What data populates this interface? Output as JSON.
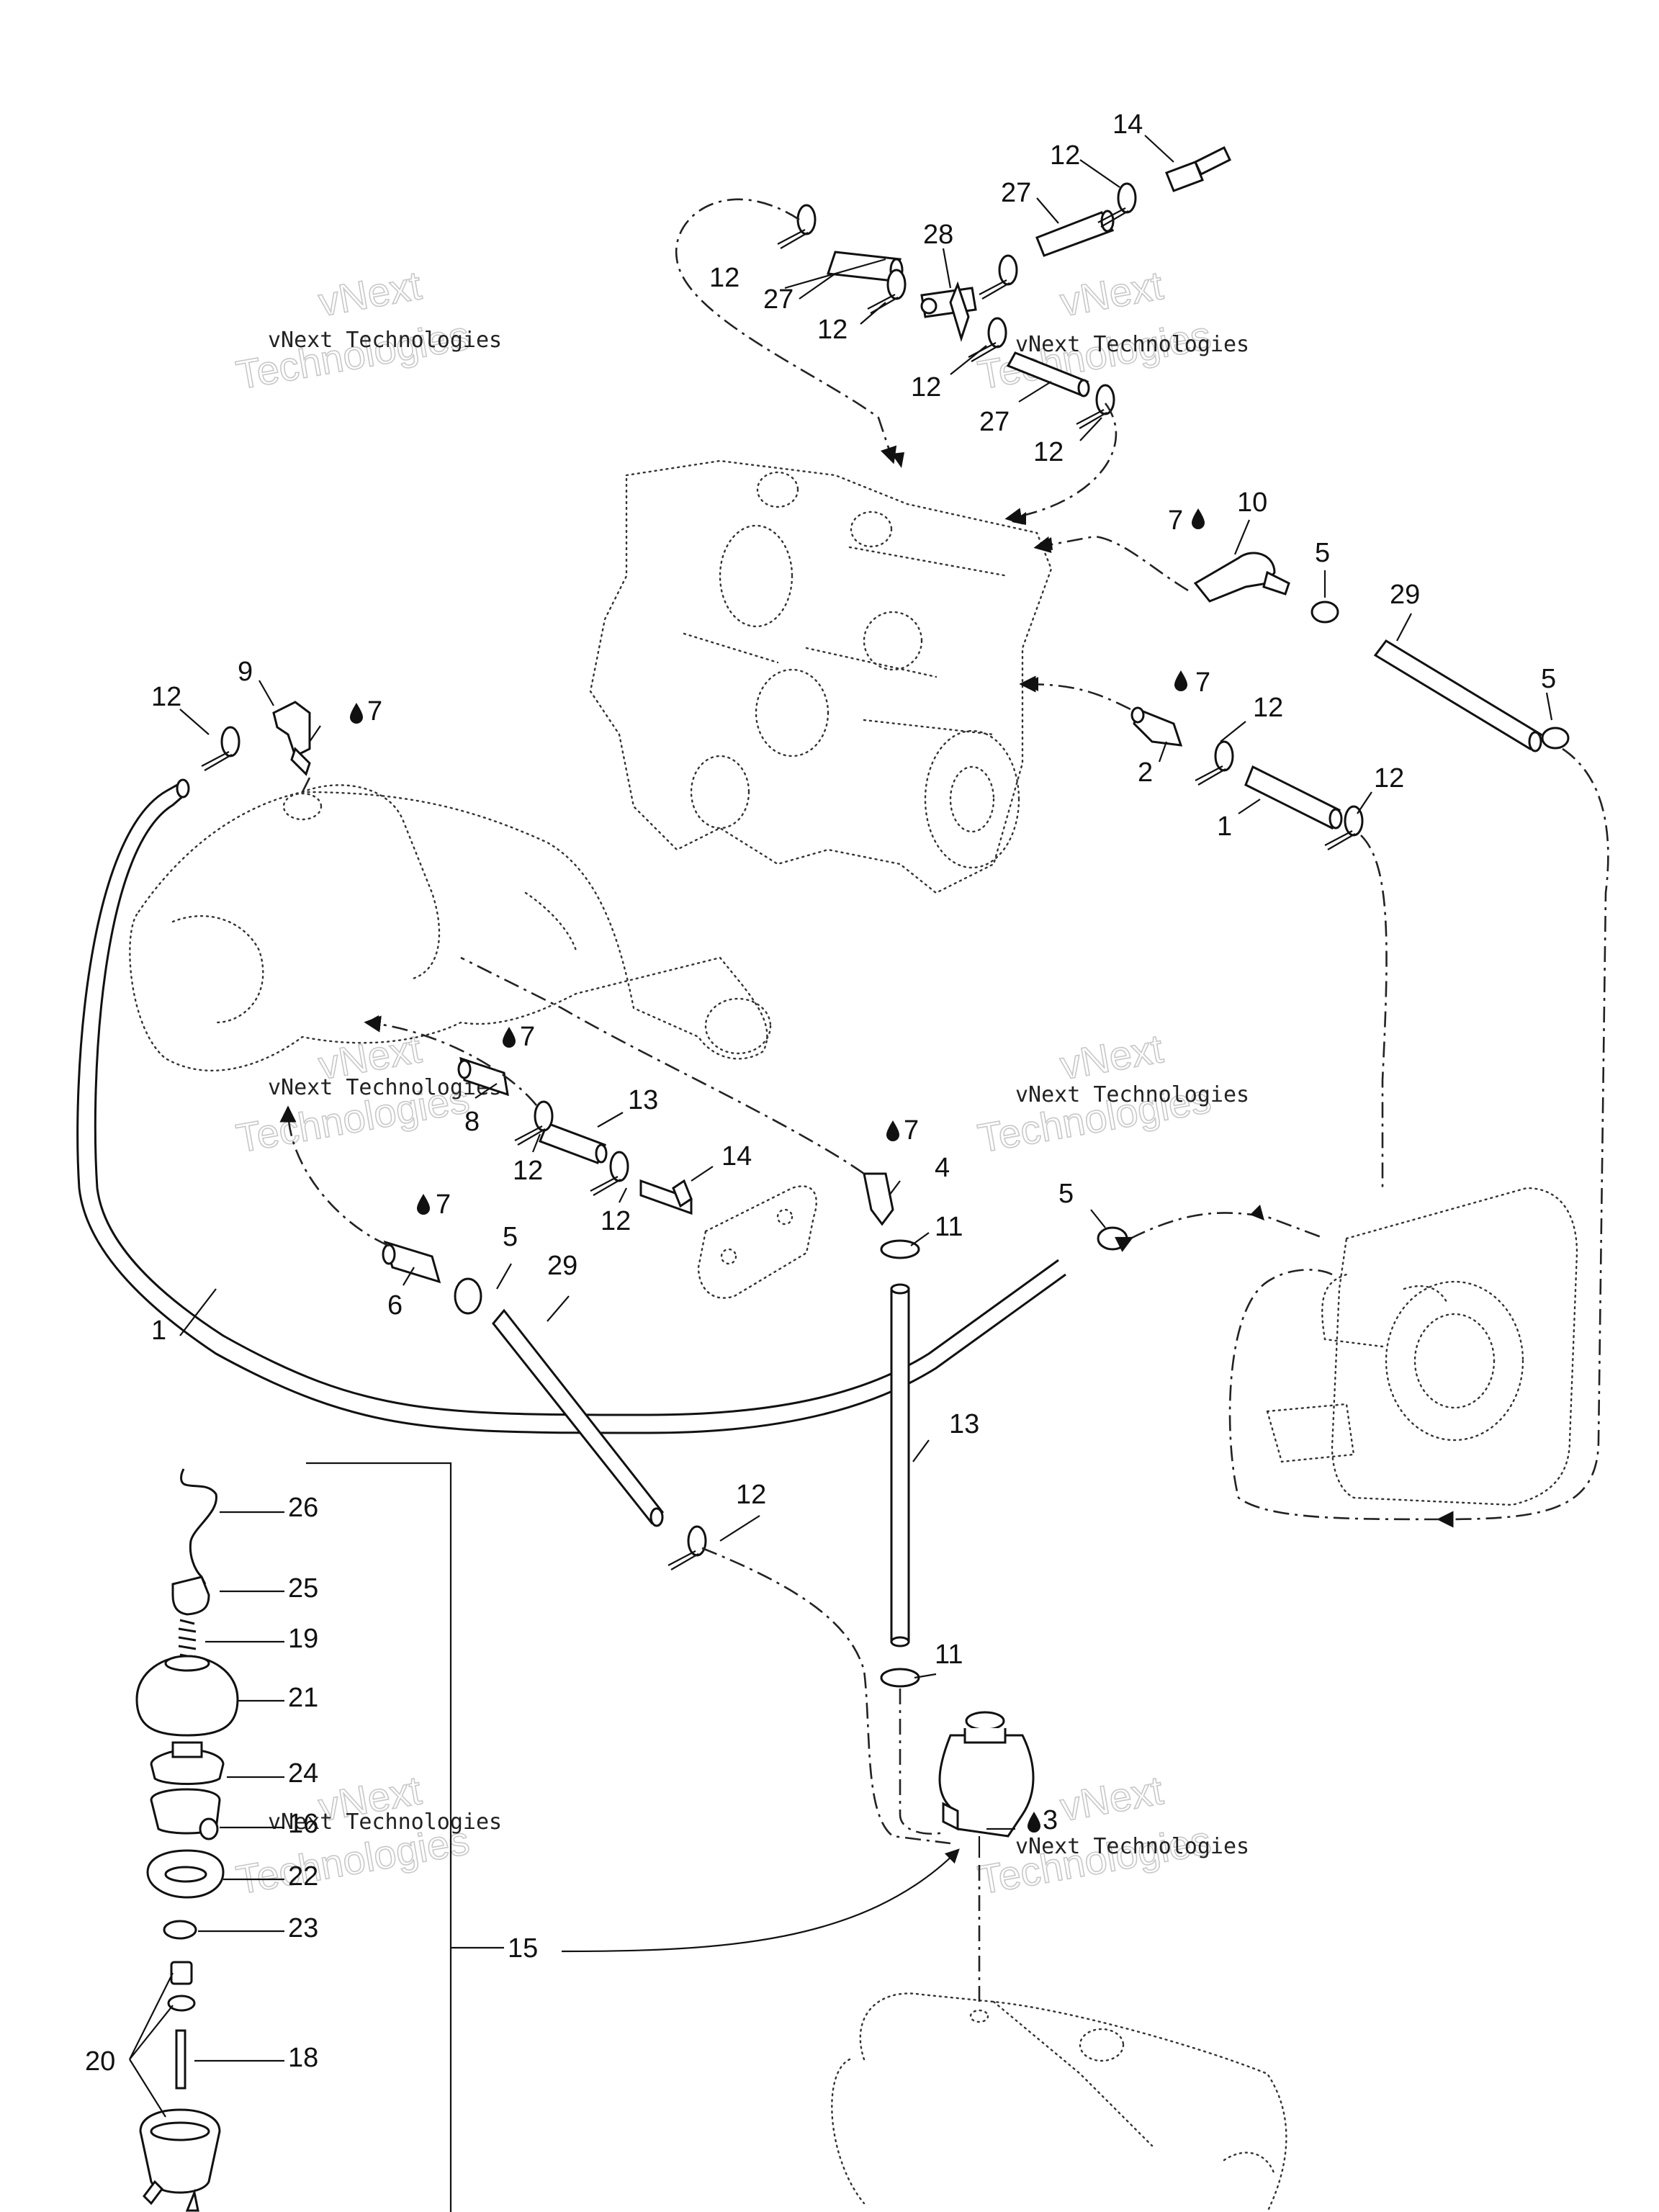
{
  "watermark": {
    "line1": "vNext Technologies",
    "line2": "vNext",
    "line3": "Technologies"
  },
  "callouts": {
    "c14a": "14",
    "c12a": "12",
    "c27a": "27",
    "c28": "28",
    "c12b": "12",
    "c27b": "27",
    "c12c": "12",
    "c12d": "12",
    "c27c": "27",
    "c12e": "12",
    "c7a": "7",
    "c10": "10",
    "c5a": "5",
    "c29a": "29",
    "c5b": "5",
    "c7b": "7",
    "c12f": "12",
    "c2": "2",
    "c12g": "12",
    "c1a": "1",
    "c9": "9",
    "c12h": "12",
    "c7c": "7",
    "c7d": "7",
    "c8": "8",
    "c13a": "13",
    "c12i": "12",
    "c14b": "14",
    "c12j": "12",
    "c7e": "7",
    "c4": "4",
    "c11a": "11",
    "c5c": "5",
    "c7f": "7",
    "c6": "6",
    "c5d": "5",
    "c29b": "29",
    "c1b": "1",
    "c13b": "13",
    "c12k": "12",
    "c11b": "11",
    "c3": "3",
    "c15": "15",
    "c26": "26",
    "c25": "25",
    "c19": "19",
    "c21": "21",
    "c24": "24",
    "c16": "16",
    "c22": "22",
    "c23": "23",
    "c20": "20",
    "c18": "18"
  },
  "icons": {
    "fluid": "oil-drop-icon"
  }
}
